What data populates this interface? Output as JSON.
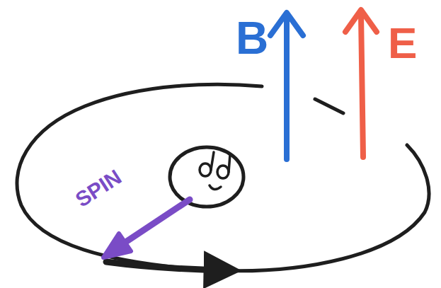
{
  "diagram": {
    "labels": [
      "B",
      "E",
      "SPIN"
    ]
  }
}
